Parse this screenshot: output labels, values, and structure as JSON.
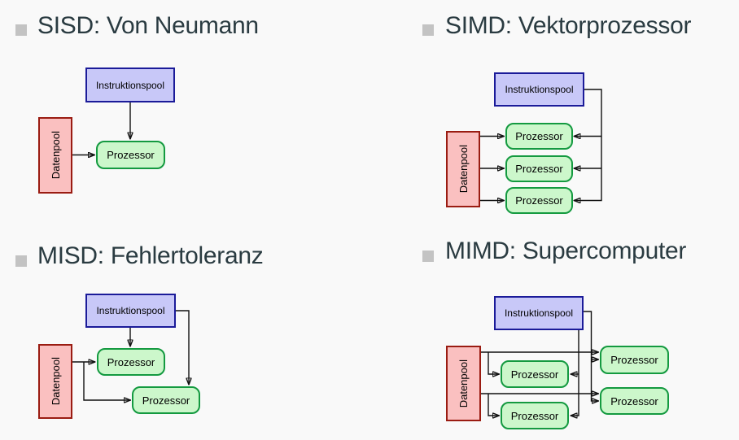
{
  "slide": {
    "colors": {
      "background": "#f9f9f9",
      "title_text": "#2a3b41",
      "bullet": "#c3c3c3",
      "wire": "#111111",
      "instruction_fill": "#c8c8f8",
      "instruction_border": "#1b1b99",
      "data_fill": "#fac0c0",
      "data_border": "#9a1c12",
      "processor_fill": "#ccf7cb",
      "processor_border": "#149a40"
    },
    "quadrants": [
      {
        "id": "sisd",
        "title": "SISD: Von Neumann",
        "boxes": {
          "instruction": "Instruktionspool",
          "data": "Datenpool",
          "processors": [
            "Prozessor"
          ]
        }
      },
      {
        "id": "simd",
        "title": "SIMD: Vektorprozessor",
        "boxes": {
          "instruction": "Instruktionspool",
          "data": "Datenpool",
          "processors": [
            "Prozessor",
            "Prozessor",
            "Prozessor"
          ]
        }
      },
      {
        "id": "misd",
        "title": "MISD: Fehlertoleranz",
        "boxes": {
          "instruction": "Instruktionspool",
          "data": "Datenpool",
          "processors": [
            "Prozessor",
            "Prozessor"
          ]
        }
      },
      {
        "id": "mimd",
        "title": "MIMD: Supercomputer",
        "boxes": {
          "instruction": "Instruktionspool",
          "data": "Datenpool",
          "processors": [
            "Prozessor",
            "Prozessor",
            "Prozessor",
            "Prozessor"
          ]
        }
      }
    ]
  }
}
